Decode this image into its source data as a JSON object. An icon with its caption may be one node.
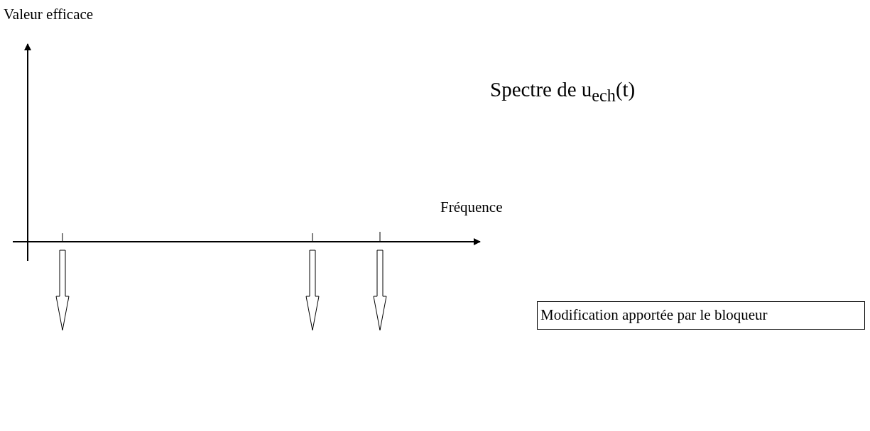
{
  "diagram": {
    "nodes": [
      {
        "text": [
          "Modification apportée par le bloqueur"
        ]
      }
    ],
    "labels": [
      "Valeur efficace",
      "Spectre de u$_{ech}$(t)",
      "Fréquence"
    ]
  }
}
